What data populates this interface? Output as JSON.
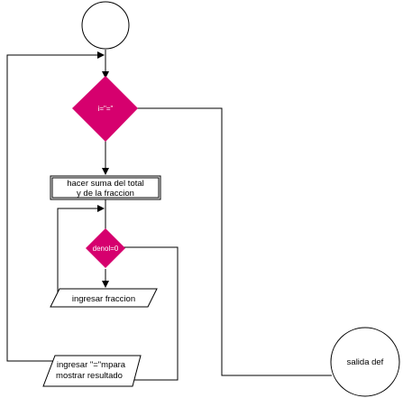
{
  "nodes": {
    "start": {
      "shape": "circle"
    },
    "decision_main": {
      "shape": "diamond",
      "text": "i=\"=\"",
      "fill": "#d6006e"
    },
    "process_sum": {
      "shape": "rect",
      "lines": [
        "hacer suma del total",
        "y de la fraccion"
      ]
    },
    "decision_denom": {
      "shape": "diamond",
      "text": "denol=0",
      "fill": "#d6006e"
    },
    "input_fraction": {
      "shape": "parallelogram",
      "text": "ingresar fraccion"
    },
    "io_result": {
      "shape": "parallelogram",
      "lines": [
        "ingresar \"=\"mpara",
        "mostrar resultado"
      ]
    },
    "end": {
      "shape": "circle",
      "text": "salida def"
    }
  },
  "colors": {
    "decision": "#d6006e",
    "stroke": "#000000",
    "background": "#ffffff"
  }
}
